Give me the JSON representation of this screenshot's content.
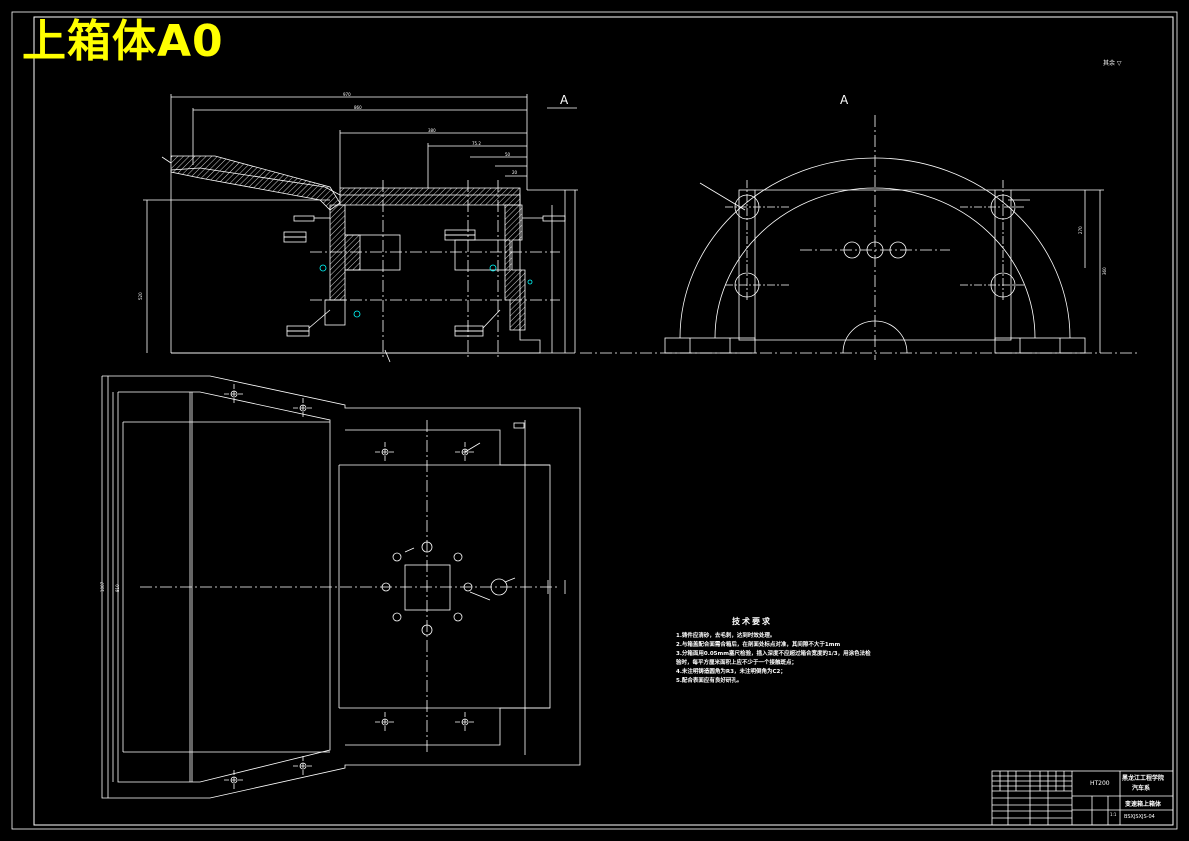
{
  "title": "上箱体A0",
  "surface_note": "其余 ▽",
  "section_labels": {
    "left": "A",
    "right": "A"
  },
  "dimensions": {
    "top1": "970",
    "top2": "860",
    "top3": "380",
    "top4": "75.2",
    "top5": "50",
    "top6": "20",
    "left_h": "520",
    "right_h1": "270",
    "right_h2": "360",
    "plan_w1": "1007",
    "plan_w2": "810"
  },
  "technical_requirements": {
    "title": "技术要求",
    "items": [
      "1.铸件应清砂，去毛刺，达到时效处理。",
      "2.与箱盖配合面需合箱后，在剖面处标点对准，其间隙不大于1mm",
      "3.分箱面用0.05mm塞尺检验，插入深度不应超过箱合宽度的1/3，用涂色法检",
      "  验时，每平方厘米面积上应不少于一个接触斑点；",
      "4.未注明铸造圆角为R3，未注明倒角为C2；",
      "5.配合表面应有良好研孔。"
    ]
  },
  "title_block": {
    "school": "黑龙江工程学院",
    "dept": "汽车系",
    "part_name": "变速箱上箱体",
    "drawing_no": "BSXJSXJS-04",
    "material": "HT200",
    "scale": "1:1"
  },
  "colors": {
    "background": "#000000",
    "line": "#ffffff",
    "title": "#ffff00",
    "symbol": "#00ffff"
  }
}
